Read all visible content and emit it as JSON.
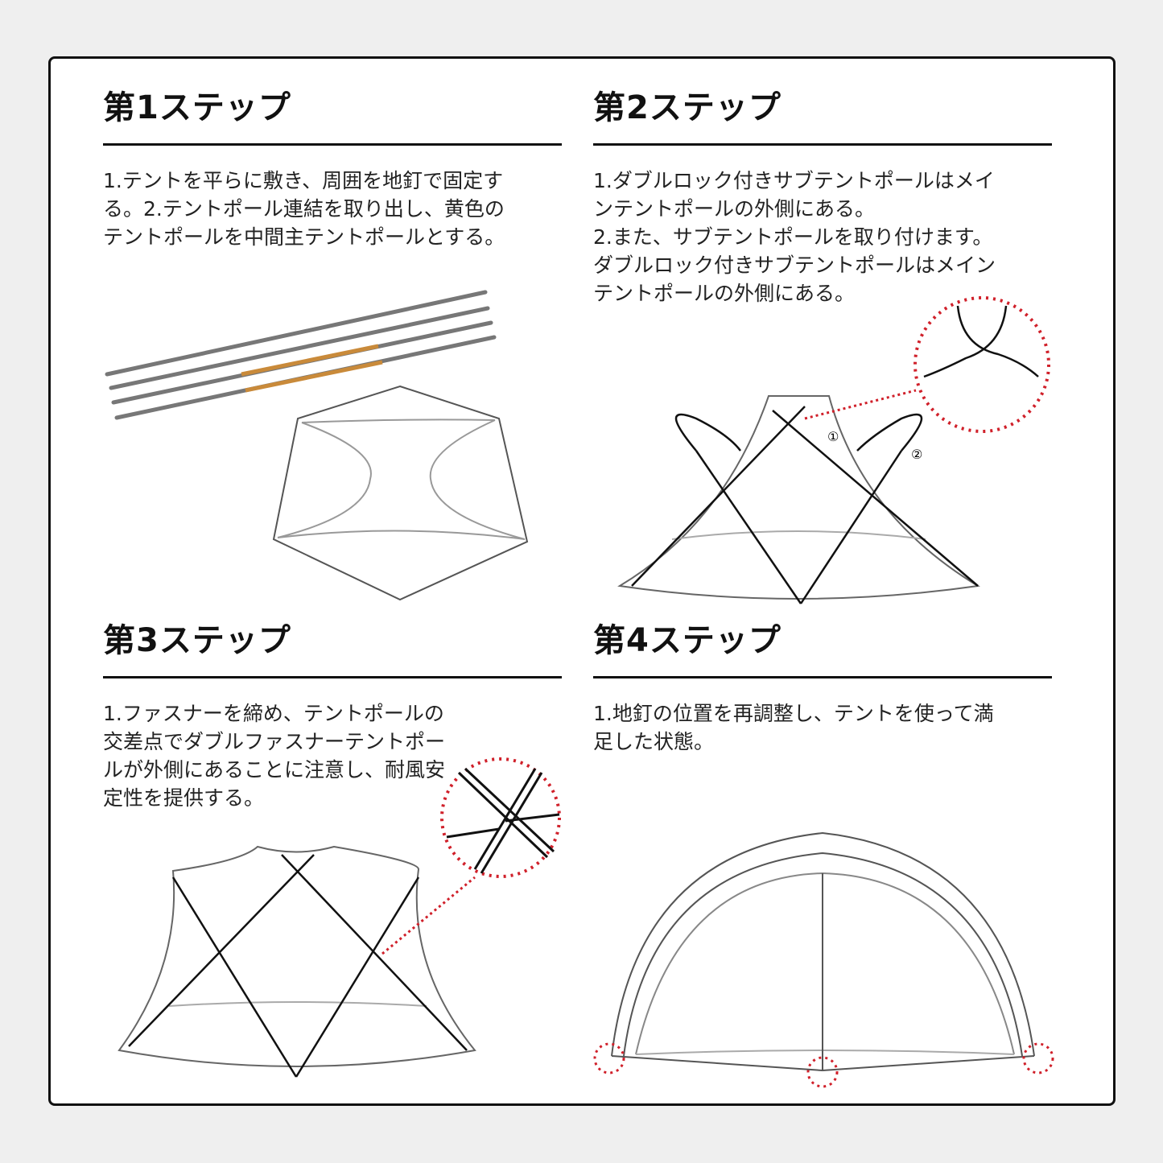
{
  "steps": [
    {
      "title": "第1ステップ",
      "lines": [
        "1.テントを平らに敷き、周囲を地釘で固定す",
        "る。2.テントポール連結を取り出し、黄色の",
        "テントポールを中間主テントポールとする。"
      ]
    },
    {
      "title": "第2ステップ",
      "lines": [
        "1.ダブルロック付きサブテントポールはメイ",
        "ンテントポールの外側にある。",
        "2.また、サブテントポールを取り付けます。",
        "ダブルロック付きサブテントポールはメイン",
        "テントポールの外側にある。"
      ],
      "markers": [
        "①",
        "②"
      ]
    },
    {
      "title": "第3ステップ",
      "lines": [
        "1.ファスナーを締め、テントポールの",
        "交差点でダブルファスナーテントポー",
        "ルが外側にあることに注意し、耐風安",
        "定性を提供する。"
      ]
    },
    {
      "title": "第4ステップ",
      "lines": [
        "1.地釘の位置を再調整し、テントを使って満",
        "足した状態。"
      ]
    }
  ],
  "colors": {
    "accent_red": "#d0202a",
    "pole_yellow": "#c98a3a"
  }
}
